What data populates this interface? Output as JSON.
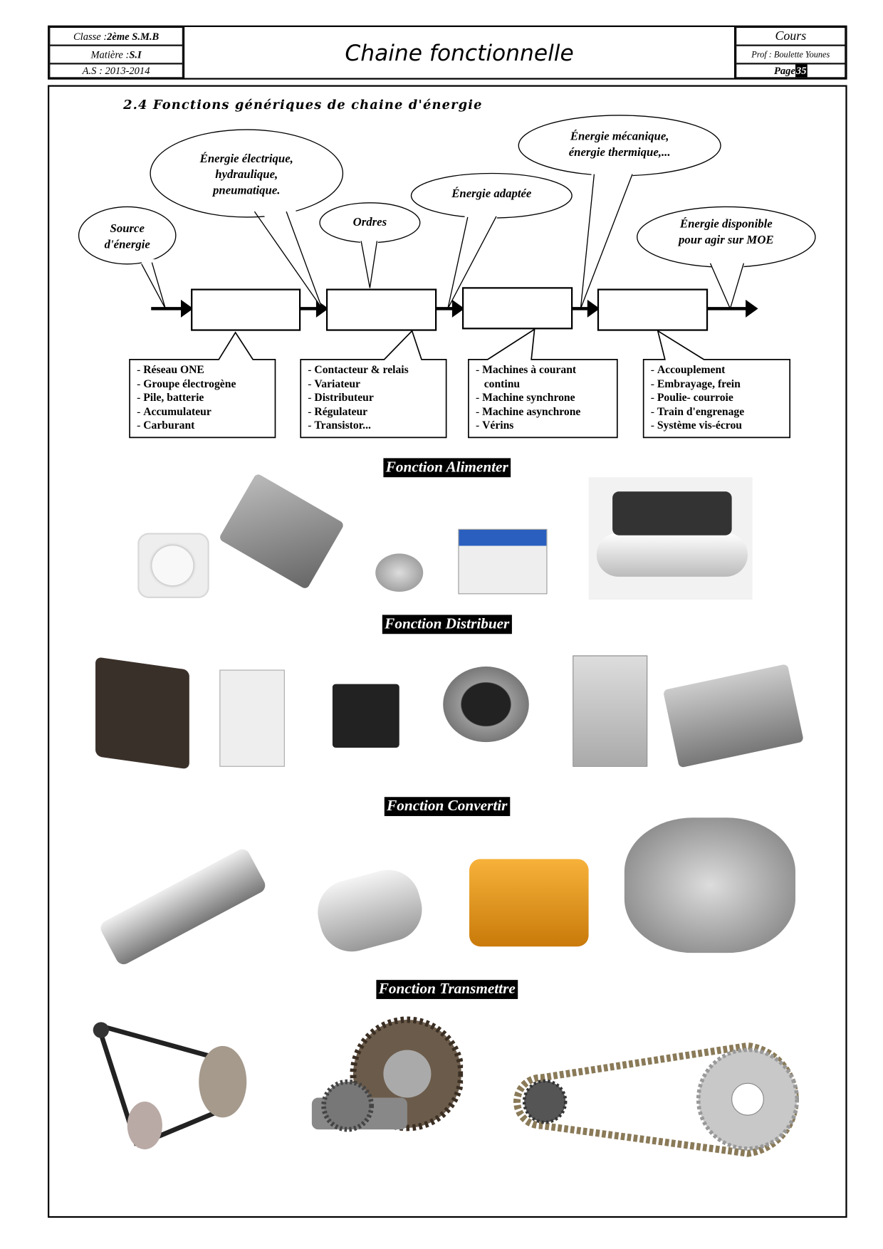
{
  "header": {
    "classe_label": "Classe : ",
    "classe_value": "2ème S.M.B",
    "matiere_label": "Matière : ",
    "matiere_value": "S.I",
    "annee": "A.S : 2013-2014",
    "title": "Chaine fonctionnelle",
    "type": "Cours",
    "prof": "Prof : Boulette Younes",
    "page_label": "Page ",
    "page_number": "35"
  },
  "section_title": "2.4  Fonctions génériques de chaine d'énergie",
  "bubbles": {
    "source": [
      "Source",
      "d'énergie"
    ],
    "electrique": [
      "Énergie électrique,",
      "hydraulique,",
      "pneumatique."
    ],
    "ordres": [
      "Ordres"
    ],
    "adaptee": [
      "Énergie adaptée"
    ],
    "mecanique": [
      "Énergie mécanique,",
      "énergie thermique,..."
    ],
    "disponible": [
      "Énergie disponible",
      "pour agir sur MOE"
    ]
  },
  "lists": {
    "alimenter": [
      "Réseau ONE",
      "Groupe électrogène",
      "Pile, batterie",
      "Accumulateur",
      "Carburant"
    ],
    "distribuer": [
      "Contacteur & relais",
      "Variateur",
      "Distributeur",
      "Régulateur",
      "Transistor..."
    ],
    "convertir": [
      "Machines à courant",
      "continu",
      "Machine synchrone",
      "Machine asynchrone",
      "Vérins"
    ],
    "transmettre": [
      "Accouplement",
      "Embrayage, frein",
      "Poulie- courroie",
      "Train d'engrenage",
      "Système vis-écrou"
    ]
  },
  "functions": {
    "alimenter": "Fonction Alimenter",
    "distribuer": "Fonction Distribuer",
    "convertir": "Fonction Convertir",
    "transmettre": "Fonction Transmettre"
  }
}
